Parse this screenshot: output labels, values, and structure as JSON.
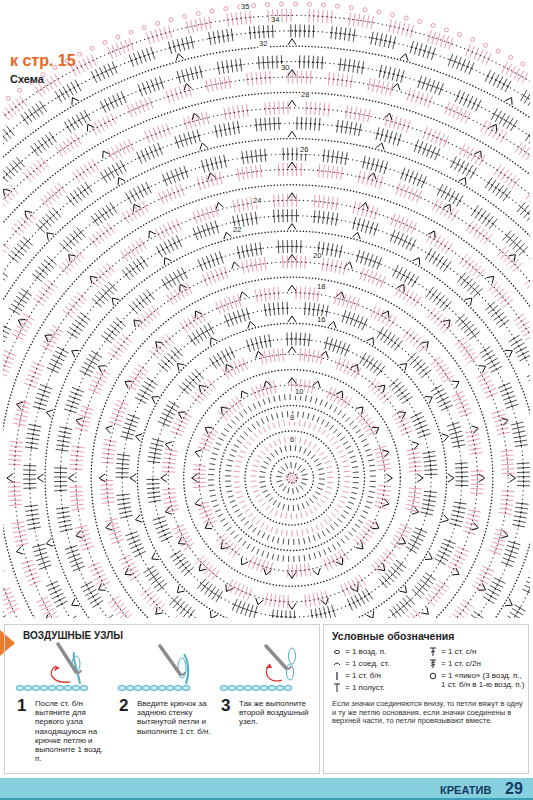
{
  "diagram": {
    "title": "Схема",
    "nodes": [
      {
        "text": [
          "ВОЗДУШНЫЕ УЗЛЫ",
          "1",
          "После ст. б/н вытяните для первого узла находящуюся на крючке петлю и выполните 1 возд. п.",
          "2",
          "Введите крючок за заднюю стенку вытянутой петли и выполните 1 ст. б/н.",
          "3",
          "Так же выполните второй воздушный узел."
        ]
      },
      {
        "text": [
          "Условные обозначения",
          "Если значки соединяются внизу, то петли вяжут в одну и ту же петлю основания, если значки соединены в верхней части, то петли провязывают вместе."
        ]
      }
    ],
    "labels": [
      "к стр. 15",
      "35",
      "34",
      "32",
      "30",
      "28",
      "26",
      "24",
      "22",
      "20",
      "18",
      "16",
      "10",
      "8",
      "6",
      "КРЕАТИВ",
      "29"
    ],
    "legend": [
      {
        "text": "= 1 возд. п."
      },
      {
        "text": "= 1 соед. ст."
      },
      {
        "text": "= 1 ст. б/н"
      },
      {
        "text": "= 1 полуст."
      },
      {
        "text": "= 1 ст. с/н"
      },
      {
        "text": "= 1 ст. с/2н"
      },
      {
        "text": "= 1 «пико» (3 возд. п., 1 ст. б/н в 1-ю возд. п.)"
      }
    ]
  }
}
